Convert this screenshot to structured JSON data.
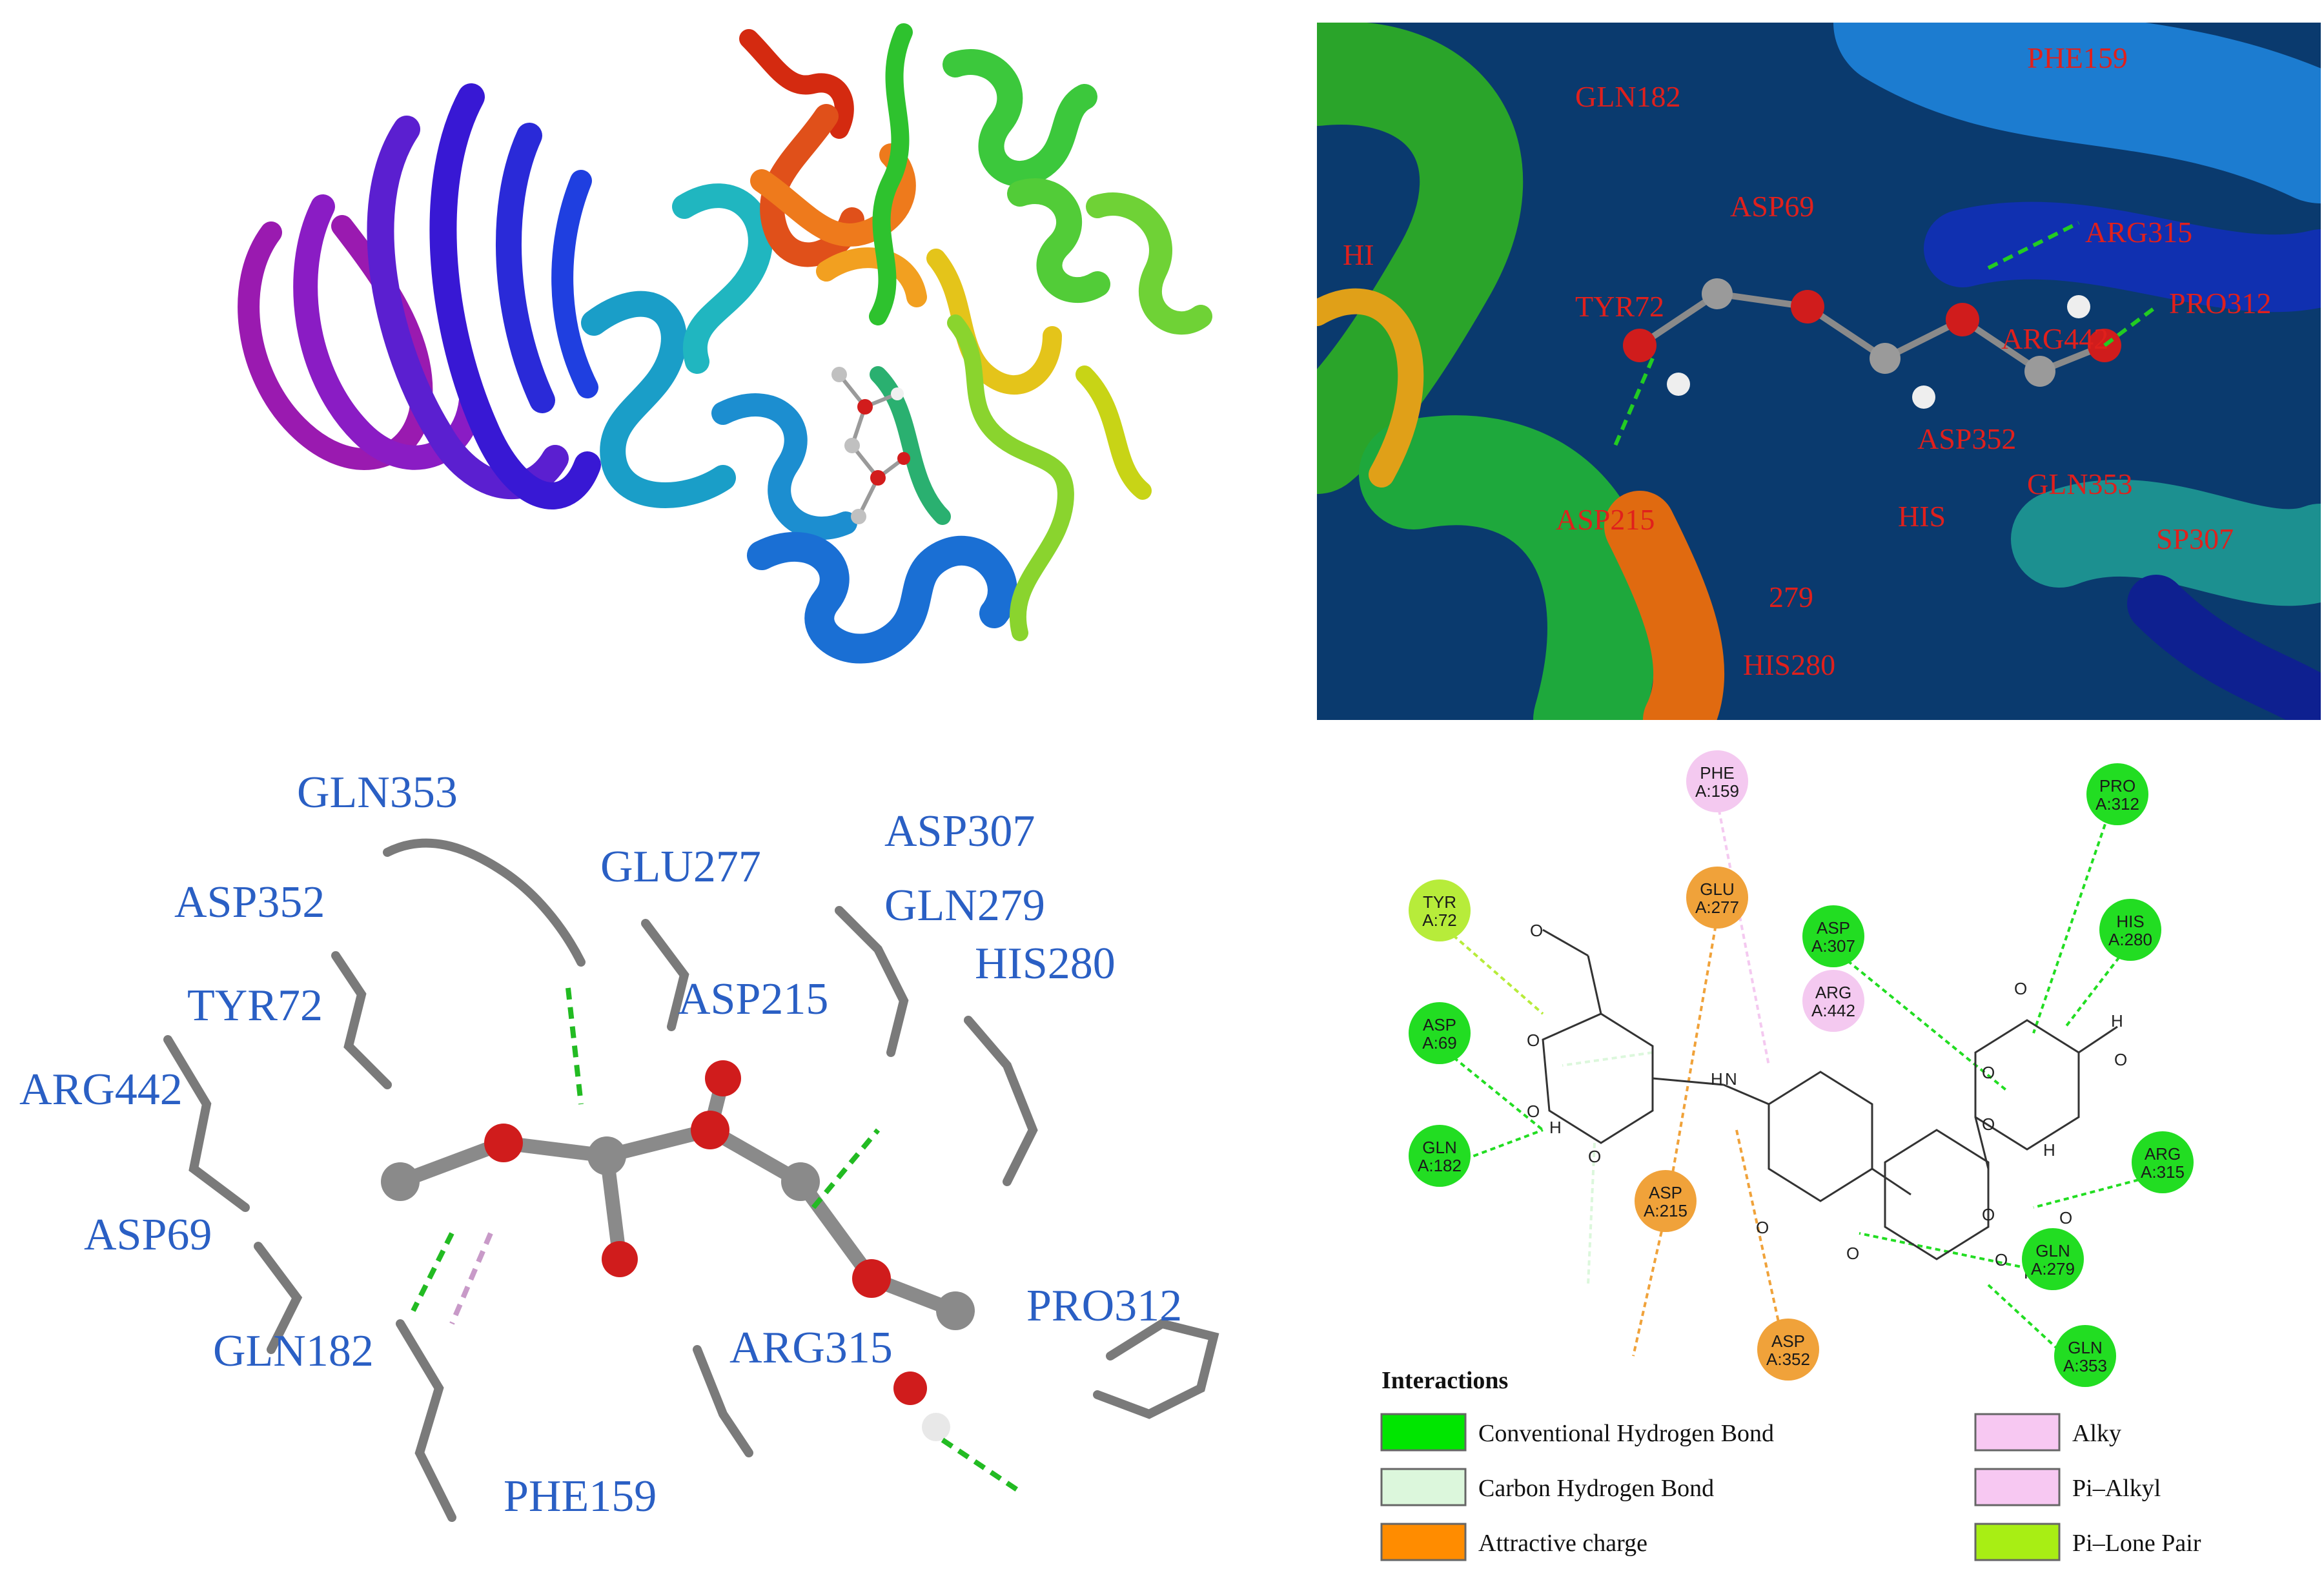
{
  "panel_b": {
    "labels": [
      "PHE159",
      "GLN182",
      "ASP69",
      "HI",
      "ARG315",
      "TYR72",
      "PRO312",
      "ARG442",
      "ASP352",
      "GLN353",
      "ASP215",
      "HIS",
      "SP307",
      "279",
      "HIS280"
    ]
  },
  "panel_c": {
    "labels": [
      "GLN353",
      "GLU277",
      "ASP307",
      "ASP352",
      "GLN279",
      "HIS280",
      "TYR72",
      "ASP215",
      "ARG442",
      "ASP69",
      "GLN182",
      "ARG315",
      "PRO312",
      "PHE159"
    ]
  },
  "panel_d": {
    "residues": [
      {
        "name": "PHE",
        "num": "A:159",
        "type": "alkyl"
      },
      {
        "name": "PRO",
        "num": "A:312",
        "type": "hbond"
      },
      {
        "name": "TYR",
        "num": "A:72",
        "type": "lonepair"
      },
      {
        "name": "GLU",
        "num": "A:277",
        "type": "charge"
      },
      {
        "name": "ASP",
        "num": "A:307",
        "type": "hbond"
      },
      {
        "name": "HIS",
        "num": "A:280",
        "type": "hbond"
      },
      {
        "name": "ARG",
        "num": "A:442",
        "type": "alkyl"
      },
      {
        "name": "ASP",
        "num": "A:69",
        "type": "hbond"
      },
      {
        "name": "GLN",
        "num": "A:182",
        "type": "hbond"
      },
      {
        "name": "ARG",
        "num": "A:315",
        "type": "hbond"
      },
      {
        "name": "ASP",
        "num": "A:215",
        "type": "charge"
      },
      {
        "name": "GLN",
        "num": "A:279",
        "type": "hbond"
      },
      {
        "name": "GLN",
        "num": "A:353",
        "type": "hbond"
      },
      {
        "name": "ASP",
        "num": "A:352",
        "type": "charge"
      }
    ],
    "atoms": [
      "O",
      "H",
      "N"
    ],
    "legend": {
      "title": "Interactions",
      "items": [
        {
          "label": "Conventional Hydrogen Bond",
          "color": "#00e600"
        },
        {
          "label": "Carbon Hydrogen Bond",
          "color": "#dcf7dc"
        },
        {
          "label": "Attractive charge",
          "color": "#ff8c00"
        },
        {
          "label": "Alky",
          "color": "#f7c8f2"
        },
        {
          "label": "Pi–Alkyl",
          "color": "#f7c8f2"
        },
        {
          "label": "Pi–Lone Pair",
          "color": "#a8ee14"
        }
      ]
    }
  },
  "colors": {
    "hbond": "#22dd22",
    "charge": "#f0a23a",
    "alkyl": "#f4c9f0",
    "lonepair": "#b7ec3a",
    "label_red": "#e0201c",
    "label_blue": "#2a5fc4"
  }
}
